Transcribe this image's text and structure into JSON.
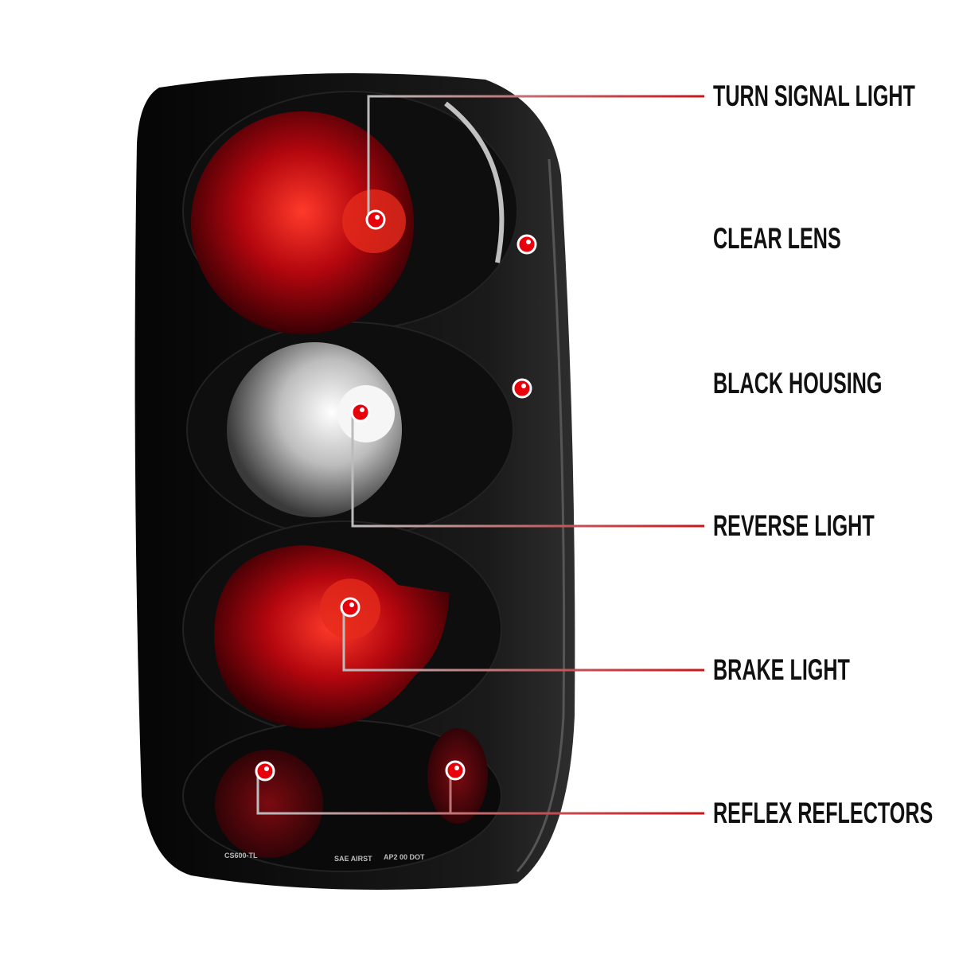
{
  "callouts": [
    {
      "label": "TURN SIGNAL LIGHT"
    },
    {
      "label": "CLEAR LENS"
    },
    {
      "label": "BLACK HOUSING"
    },
    {
      "label": "REVERSE LIGHT"
    },
    {
      "label": "BRAKE LIGHT"
    },
    {
      "label": "REFLEX REFLECTORS"
    }
  ],
  "product_markings": [
    "CS600-TL",
    "SAE AIRST",
    "AP2 00 DOT"
  ],
  "colors": {
    "dot": "#e8000b",
    "line_end": "#c8161d",
    "line_start": "#bbbbbb",
    "housing": "#0b0b0b",
    "lens_red": "#b3060e"
  }
}
